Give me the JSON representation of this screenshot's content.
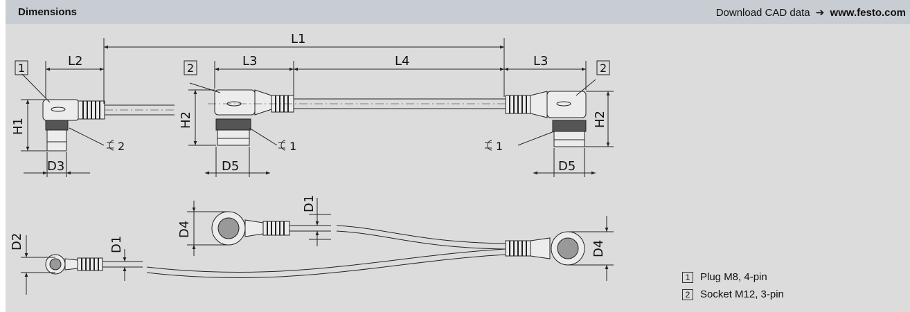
{
  "header": {
    "title": "Dimensions",
    "download_text": "Download CAD data",
    "arrow": "➔",
    "url": "www.festo.com"
  },
  "drawing": {
    "dimensions": {
      "L1": "L1",
      "L2": "L2",
      "L3": "L3",
      "L4": "L4",
      "H1": "H1",
      "H2": "H2",
      "D1": "D1",
      "D2": "D2",
      "D3": "D3",
      "D4": "D4",
      "D5": "D5"
    },
    "callouts": {
      "c1": "1",
      "c2": "2"
    },
    "wrench": {
      "c1": "1",
      "c2": "2"
    }
  },
  "legend": {
    "items": [
      {
        "num": "1",
        "label": "Plug M8, 4-pin"
      },
      {
        "num": "2",
        "label": "Socket M12, 3-pin"
      }
    ]
  },
  "colors": {
    "sheet": "#dcdcdc",
    "header": "#c8cdd3",
    "line": "#222222"
  }
}
